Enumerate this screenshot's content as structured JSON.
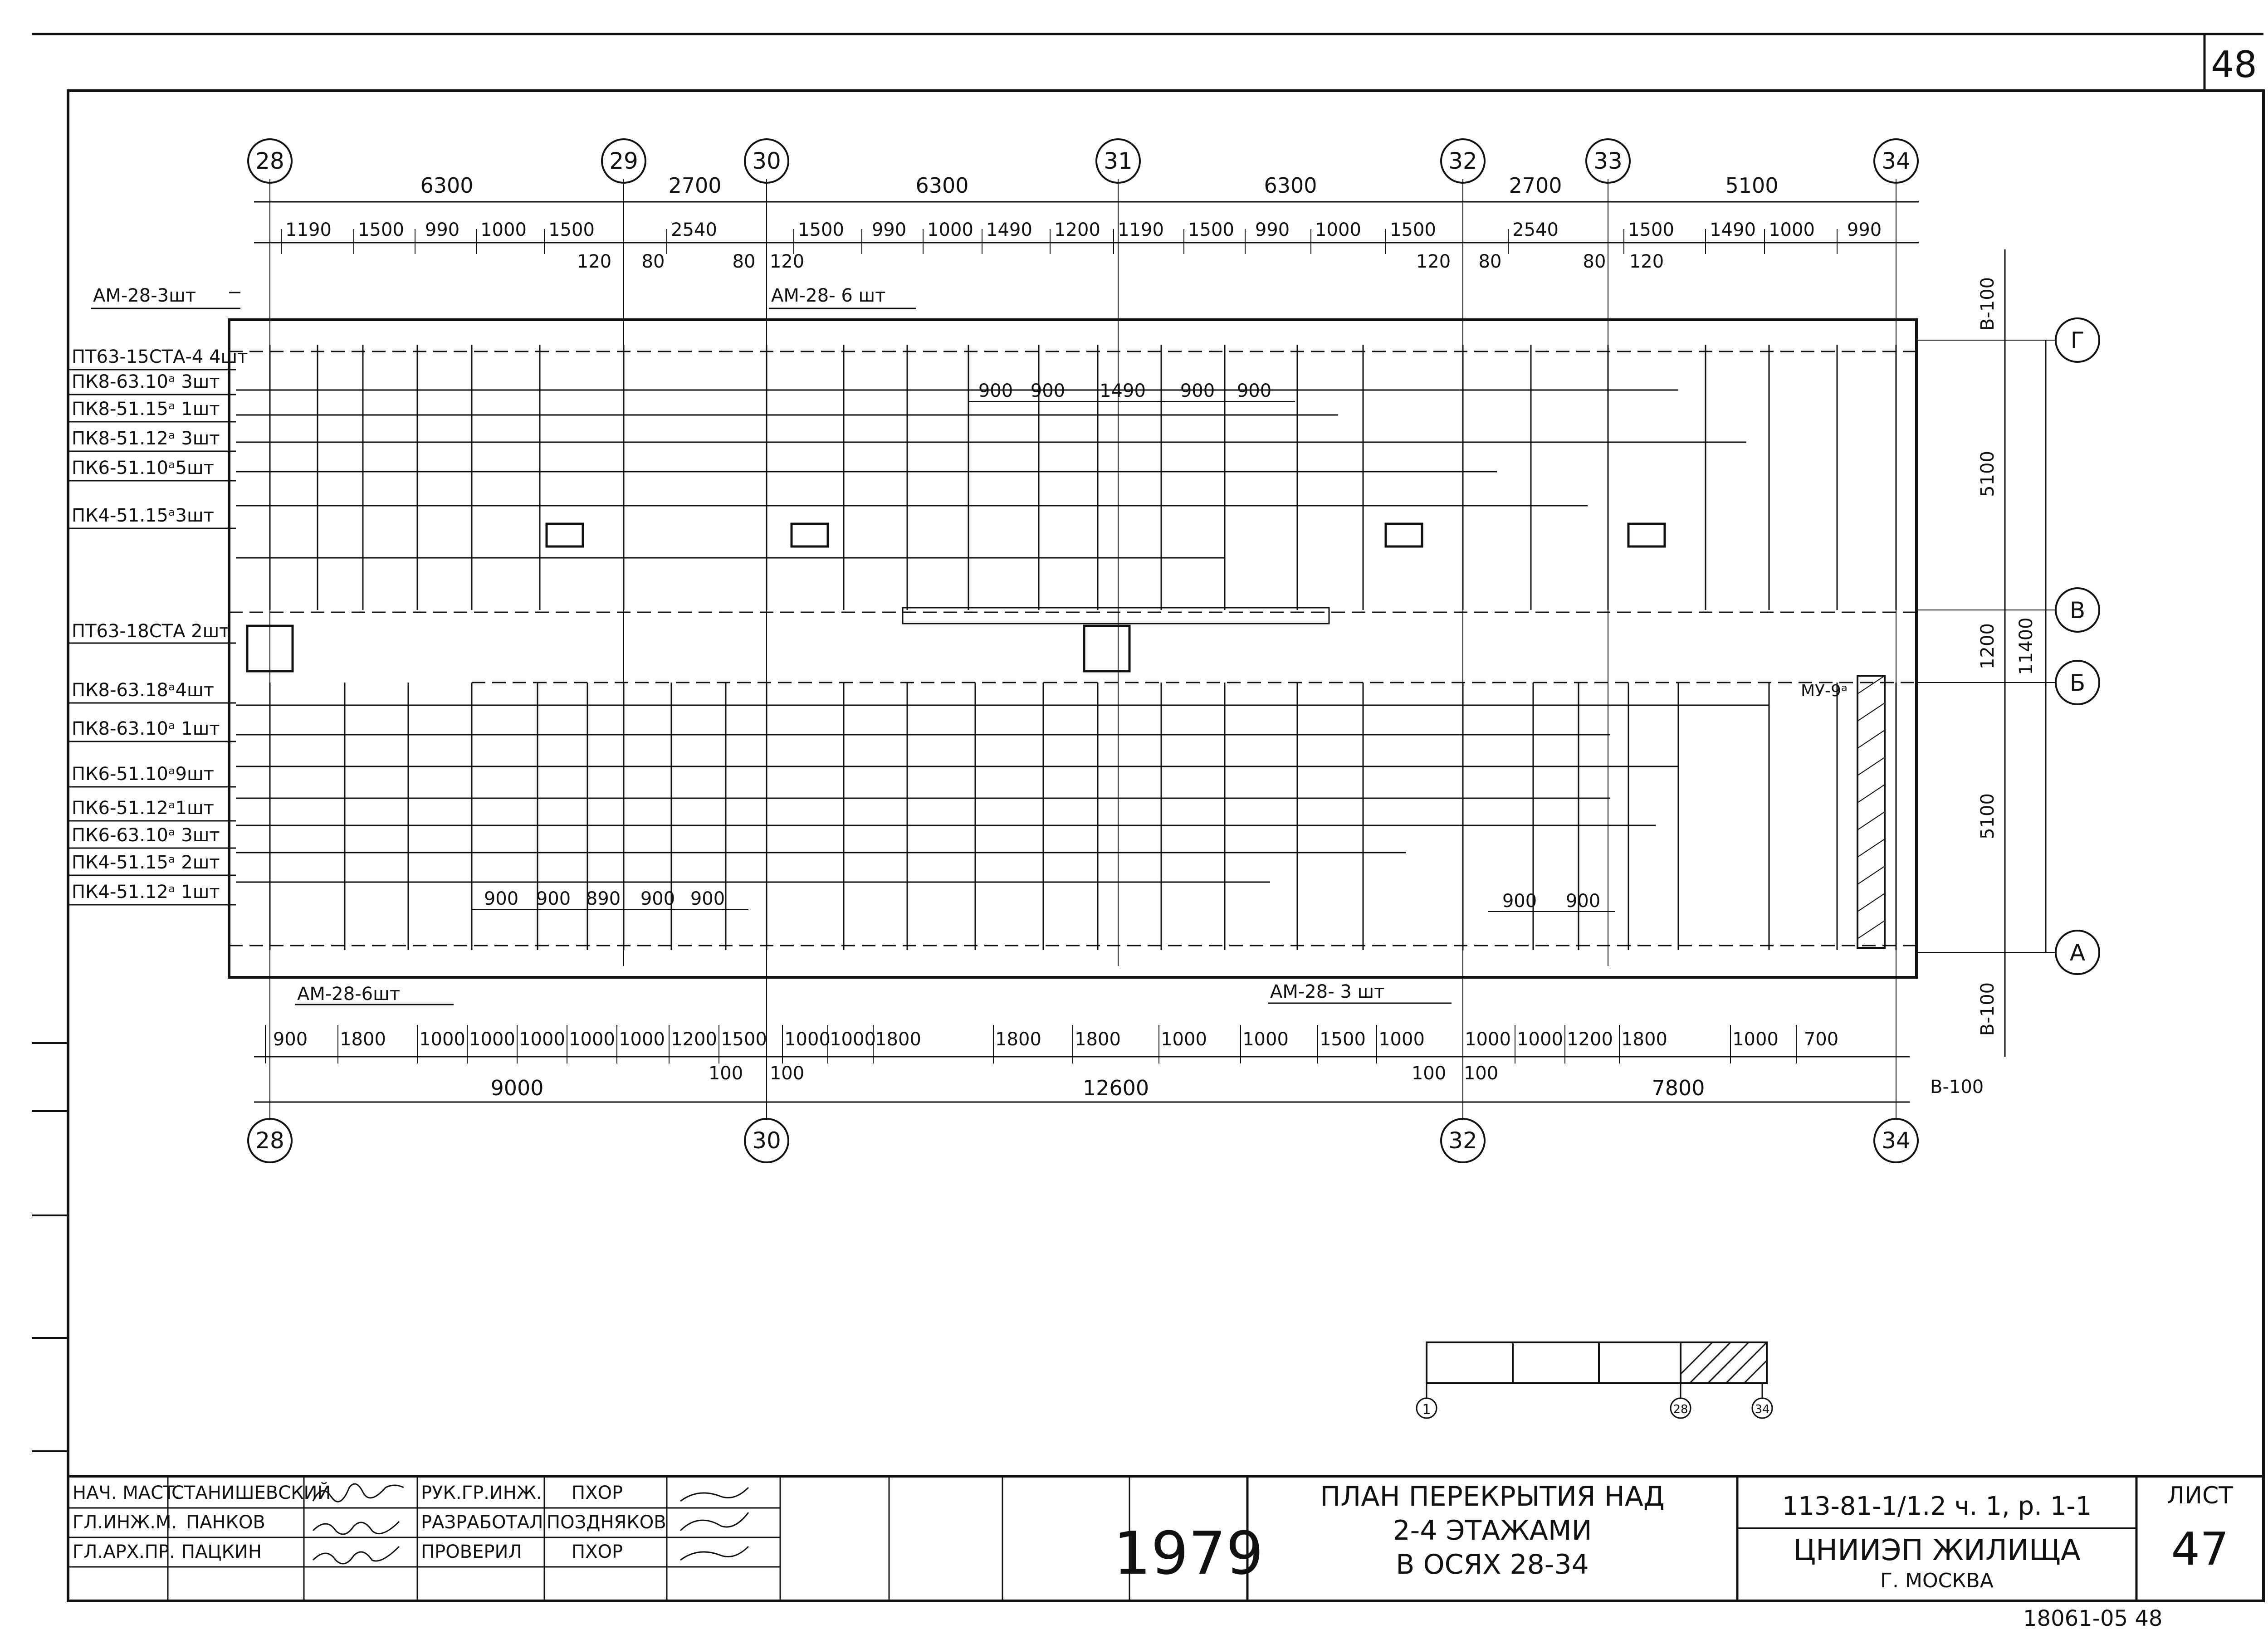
{
  "sheet_number_corner": "48",
  "top_axes": [
    "28",
    "29",
    "30",
    "31",
    "32",
    "33",
    "34"
  ],
  "bottom_axes": [
    "28",
    "30",
    "32",
    "34"
  ],
  "row_axes": [
    "Г",
    "В",
    "Б",
    "А"
  ],
  "top_spans": [
    "6300",
    "2700",
    "6300",
    "6300",
    "2700",
    "5100"
  ],
  "top_sub_dims": [
    "1190",
    "1500",
    "990",
    "1000",
    "1500",
    "2540",
    "1500",
    "990",
    "1000",
    "1490",
    "1200",
    "1190",
    "1500",
    "990",
    "1000",
    "1500",
    "2540",
    "1500",
    "1490",
    "1000",
    "990"
  ],
  "top_small_dims": [
    "120",
    "80",
    "80",
    "120",
    "120",
    "80",
    "80",
    "120"
  ],
  "bottom_spans": [
    "9000",
    "12600",
    "7800"
  ],
  "bottom_sub_dims": [
    "900",
    "1800",
    "1000",
    "1000",
    "1000",
    "1000",
    "1000",
    "1200",
    "1500",
    "1000",
    "1000",
    "1800",
    "1800",
    "1800",
    "1000",
    "1000",
    "1500",
    "1000",
    "1000",
    "1000",
    "1200",
    "1800",
    "1000",
    "700"
  ],
  "bottom_small_dims": [
    "100",
    "100",
    "100",
    "100"
  ],
  "right_dims": [
    "В-100",
    "5100",
    "1200",
    "11400",
    "5100",
    "В-100"
  ],
  "bottom_offset_dim": "В-100",
  "inner_dims_top": [
    "900",
    "900",
    "1490",
    "900",
    "900"
  ],
  "inner_dims_bottom_left": [
    "900",
    "900",
    "890",
    "900",
    "900"
  ],
  "inner_dims_bottom_right": [
    "900",
    "900"
  ],
  "anchor_labels": {
    "top_left": "АМ-28-3шт",
    "top_mid": "АМ-28- 6 шт",
    "bottom_left": "АМ-28-6шт",
    "bottom_right": "АМ-28- 3 шт",
    "my": "МУ-9ᵃ"
  },
  "legend_top": [
    "ПТ63-15СТА-4 4шт",
    "ПК8-63.10ᵃ 3шт",
    "ПК8-51.15ᵃ 1шт",
    "ПК8-51.12ᵃ 3шт",
    "ПК6-51.10ᵃ5шт",
    "ПК4-51.15ᵃ3шт"
  ],
  "legend_mid": "ПТ63-18СТА 2шт",
  "legend_bottom": [
    "ПК8-63.18ᵃ4шт",
    "ПК8-63.10ᵃ 1шт",
    "ПК6-51.10ᵃ9шт",
    "ПК6-51.12ᵃ1шт",
    "ПК6-63.10ᵃ 3шт",
    "ПК4-51.15ᵃ 2шт",
    "ПК4-51.12ᵃ 1шт"
  ],
  "key_plan_labels": [
    "1",
    "28",
    "34"
  ],
  "title_block": {
    "roles": [
      "НАЧ. МАСТ.",
      "ГЛ.ИНЖ.М.",
      "ГЛ.АРХ.ПР."
    ],
    "names": [
      "СТАНИШЕВСКИЙ",
      "ПАНКОВ",
      "ПАЦКИН"
    ],
    "roles2": [
      "РУК.ГР.ИНЖ.",
      "РАЗРАБОТАЛ",
      "ПРОВЕРИЛ"
    ],
    "names2": [
      "ПХОР",
      "ПОЗДНЯКОВ",
      "ПХОР"
    ],
    "year": "1979",
    "title_lines": [
      "ПЛАН ПЕРЕКРЫТИЯ НАД",
      "2-4 ЭТАЖАМИ",
      "В ОСЯХ 28-34"
    ],
    "code": "113-81-1/1.2 ч. 1, р. 1-1",
    "org": "ЦНИИЭП ЖИЛИЩА",
    "city": "Г. МОСКВА",
    "sheet_label": "ЛИСТ",
    "sheet_number": "47",
    "stamp": "18061-05 48"
  }
}
